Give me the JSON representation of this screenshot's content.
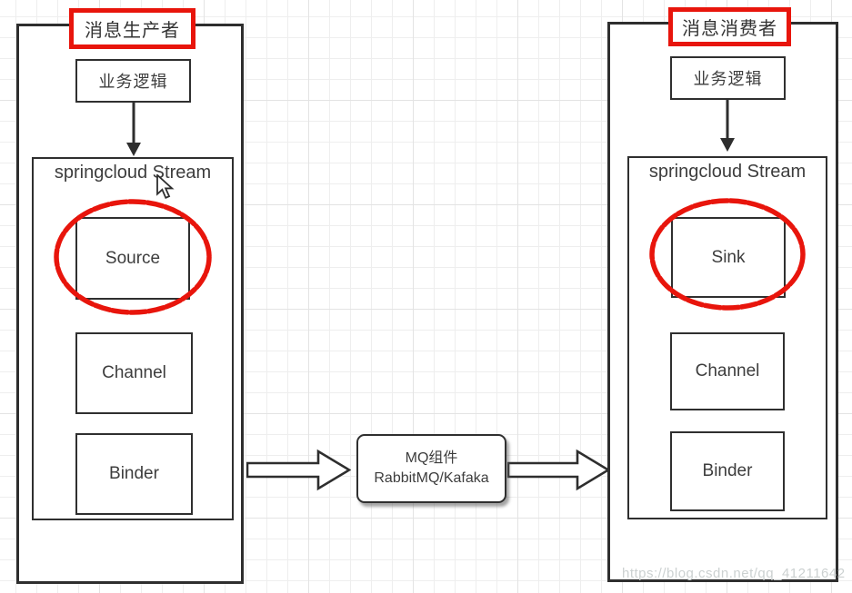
{
  "colors": {
    "red": "#e8150c",
    "line": "#2e2e2e",
    "text": "#3d3d3d",
    "watermark": "#ccd1d1"
  },
  "producer": {
    "title": "消息生产者",
    "logic_label": "业务逻辑",
    "stream_title": "springcloud Stream",
    "boxes": {
      "source": "Source",
      "channel": "Channel",
      "binder": "Binder"
    }
  },
  "consumer": {
    "title": "消息消费者",
    "logic_label": "业务逻辑",
    "stream_title": "springcloud Stream",
    "boxes": {
      "sink": "Sink",
      "channel": "Channel",
      "binder": "Binder"
    }
  },
  "mq": {
    "line1": "MQ组件",
    "line2": "RabbitMQ/Kafaka"
  },
  "watermark": "https://blog.csdn.net/qq_41211642"
}
